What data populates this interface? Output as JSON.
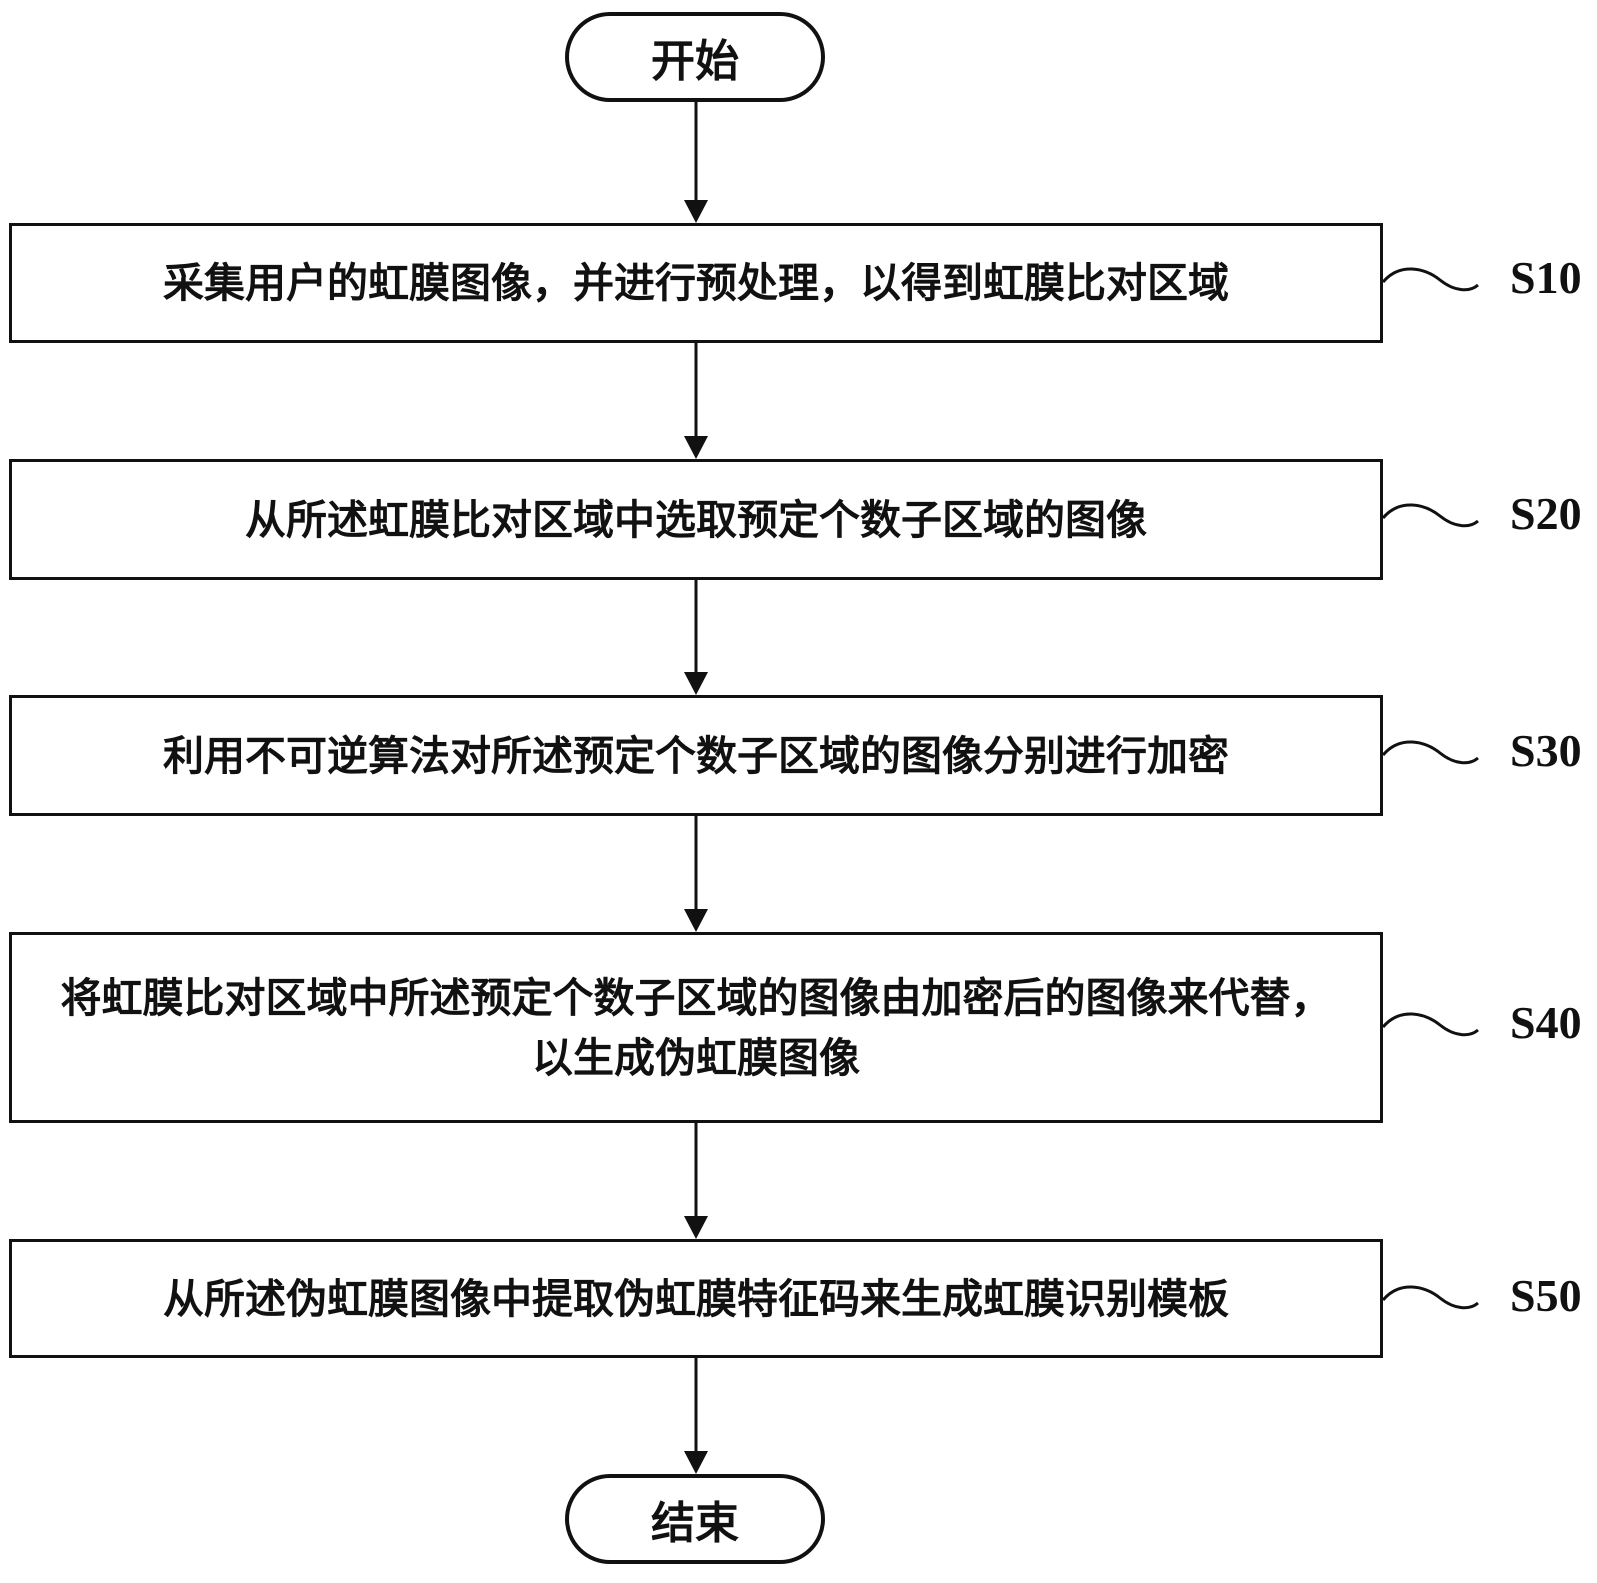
{
  "start": {
    "label": "开始"
  },
  "end": {
    "label": "结束"
  },
  "steps": [
    {
      "id": "S10",
      "text": "采集用户的虹膜图像，并进行预处理，以得到虹膜比对区域"
    },
    {
      "id": "S20",
      "text": "从所述虹膜比对区域中选取预定个数子区域的图像"
    },
    {
      "id": "S30",
      "text": "利用不可逆算法对所述预定个数子区域的图像分别进行加密"
    },
    {
      "id": "S40",
      "text": "将虹膜比对区域中所述预定个数子区域的图像由加密后的图像来代替，以生成伪虹膜图像"
    },
    {
      "id": "S50",
      "text": "从所述伪虹膜图像中提取伪虹膜特征码来生成虹膜识别模板"
    }
  ]
}
